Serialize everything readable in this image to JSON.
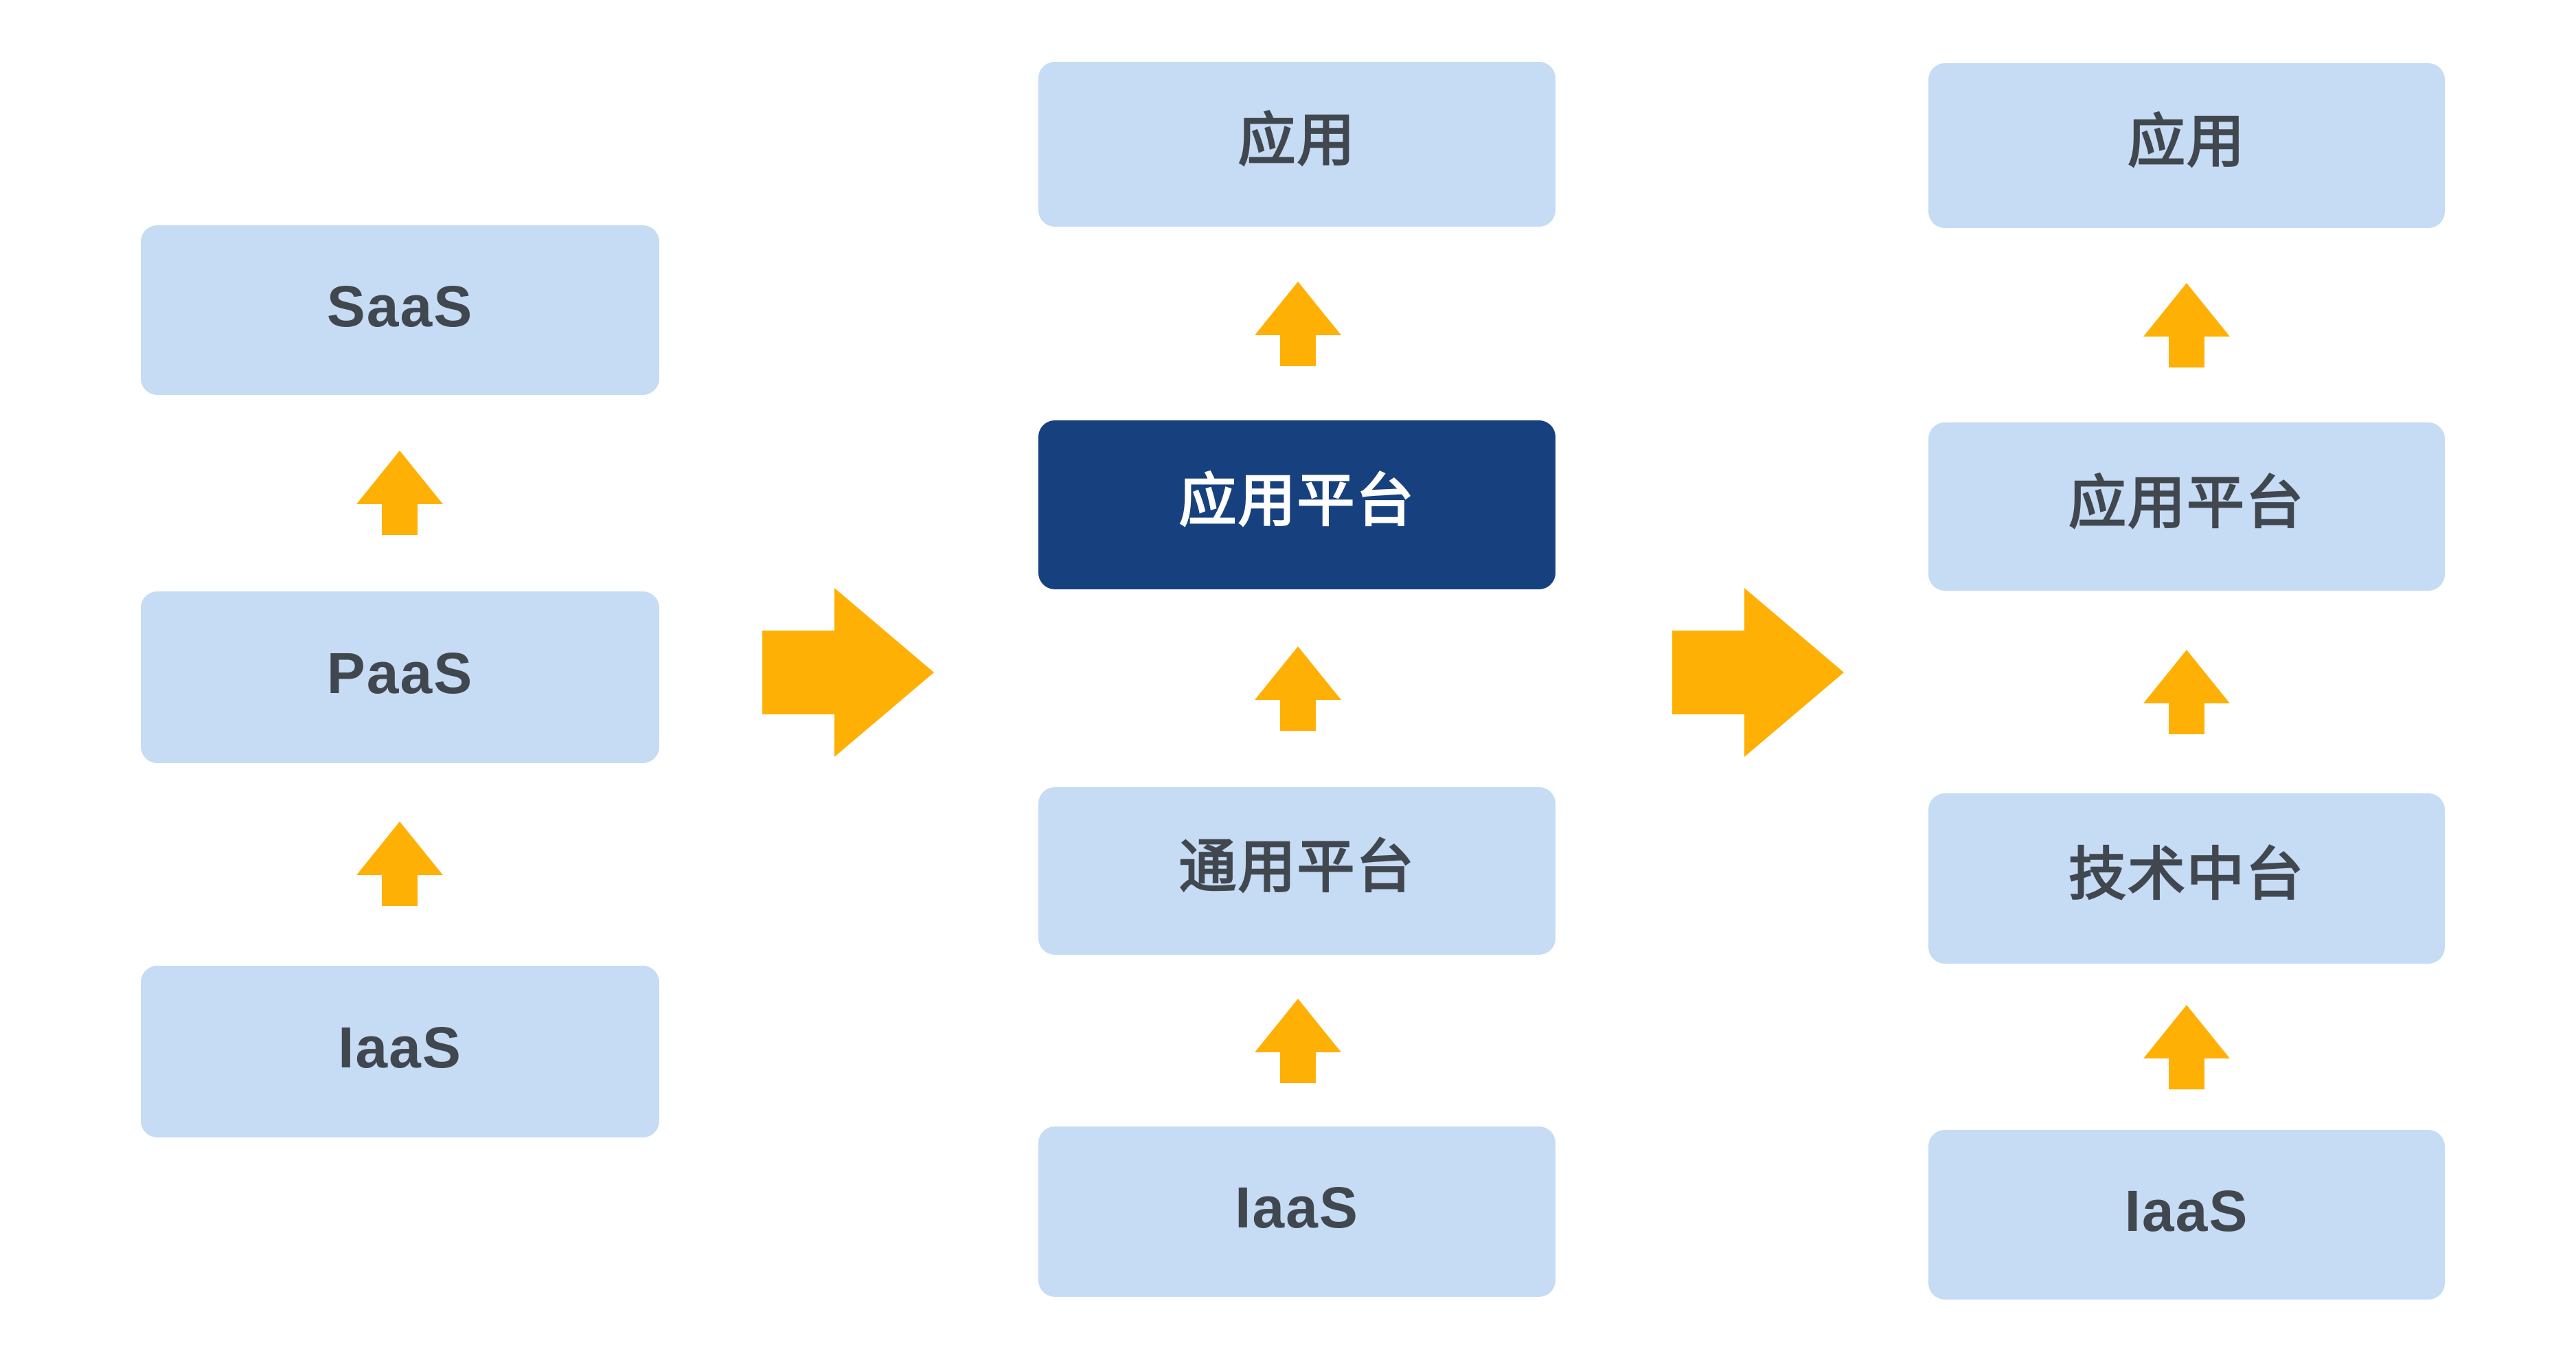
{
  "diagram": {
    "colors": {
      "box_light": "#C6DBF4",
      "box_dark": "#17417E",
      "arrow": "#FFB005",
      "text_dark": "#41474F",
      "text_light": "#FFFFFF",
      "page_bg": "#FFFFFF"
    },
    "columns": [
      {
        "name": "cloud-stack",
        "boxes": [
          {
            "label": "SaaS",
            "variant": "light"
          },
          {
            "label": "PaaS",
            "variant": "light"
          },
          {
            "label": "IaaS",
            "variant": "light"
          }
        ]
      },
      {
        "name": "platform-stack",
        "boxes": [
          {
            "label": "应用",
            "variant": "light"
          },
          {
            "label": "应用平台",
            "variant": "dark"
          },
          {
            "label": "通用平台",
            "variant": "light"
          },
          {
            "label": "IaaS",
            "variant": "light"
          }
        ]
      },
      {
        "name": "middle-platform-stack",
        "boxes": [
          {
            "label": "应用",
            "variant": "light"
          },
          {
            "label": "应用平台",
            "variant": "light"
          },
          {
            "label": "技术中台",
            "variant": "light"
          },
          {
            "label": "IaaS",
            "variant": "light"
          }
        ]
      }
    ],
    "transitions": [
      {
        "from": "cloud-stack",
        "to": "platform-stack",
        "symbol": "right-arrow"
      },
      {
        "from": "platform-stack",
        "to": "middle-platform-stack",
        "symbol": "right-arrow"
      }
    ]
  }
}
